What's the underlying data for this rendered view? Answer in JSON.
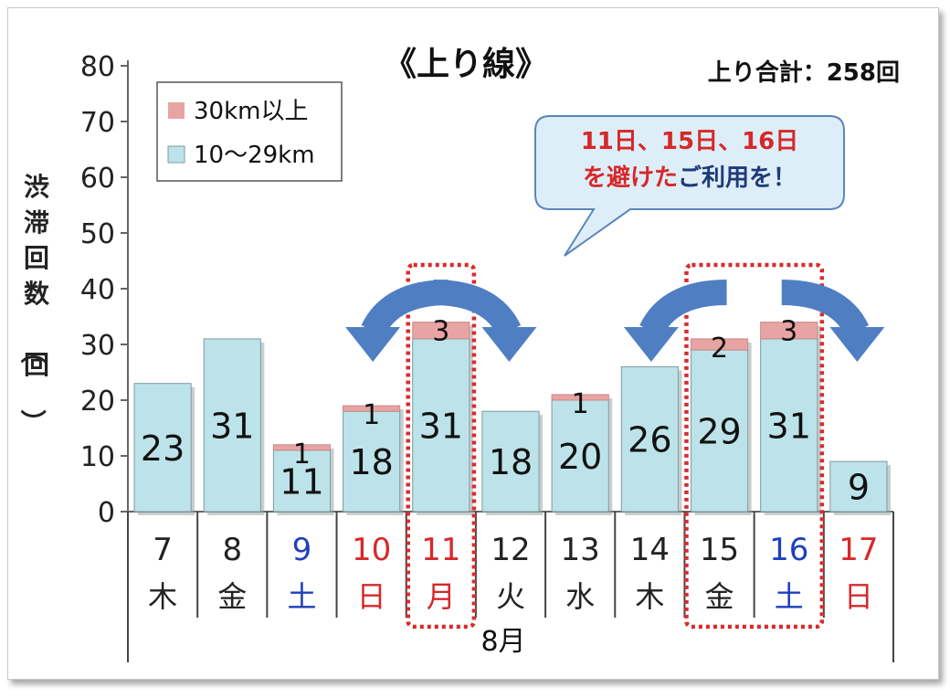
{
  "chart_data": {
    "type": "bar",
    "stacked": true,
    "title": "《上り線》",
    "total_label": "上り合計：258回",
    "ylabel": "渋滞回数（回）",
    "xlabel": "8月",
    "ylim": [
      0,
      80
    ],
    "yticks": [
      0,
      10,
      20,
      30,
      40,
      50,
      60,
      70,
      80
    ],
    "grid": false,
    "legend_position": "top-left",
    "categories": [
      {
        "day": "7",
        "weekday": "木",
        "color": "#222222"
      },
      {
        "day": "8",
        "weekday": "金",
        "color": "#222222"
      },
      {
        "day": "9",
        "weekday": "土",
        "color": "#1f3fbf"
      },
      {
        "day": "10",
        "weekday": "日",
        "color": "#d6282a"
      },
      {
        "day": "11",
        "weekday": "月",
        "color": "#d6282a"
      },
      {
        "day": "12",
        "weekday": "火",
        "color": "#222222"
      },
      {
        "day": "13",
        "weekday": "水",
        "color": "#222222"
      },
      {
        "day": "14",
        "weekday": "木",
        "color": "#222222"
      },
      {
        "day": "15",
        "weekday": "金",
        "color": "#222222"
      },
      {
        "day": "16",
        "weekday": "土",
        "color": "#1f3fbf"
      },
      {
        "day": "17",
        "weekday": "日",
        "color": "#d6282a"
      }
    ],
    "series": [
      {
        "name": "10〜29km",
        "color": "#bde3ea",
        "values": [
          23,
          31,
          11,
          18,
          31,
          18,
          20,
          26,
          29,
          31,
          9
        ]
      },
      {
        "name": "30km以上",
        "color": "#e8a3a3",
        "values": [
          0,
          0,
          1,
          1,
          3,
          0,
          1,
          0,
          2,
          3,
          0
        ]
      }
    ],
    "highlighted_days": [
      "11",
      "15",
      "16"
    ],
    "callout": {
      "line1": "11日、15日、16日",
      "line2_highlight": "を避けた",
      "line2_rest": "ご利用を！"
    }
  }
}
